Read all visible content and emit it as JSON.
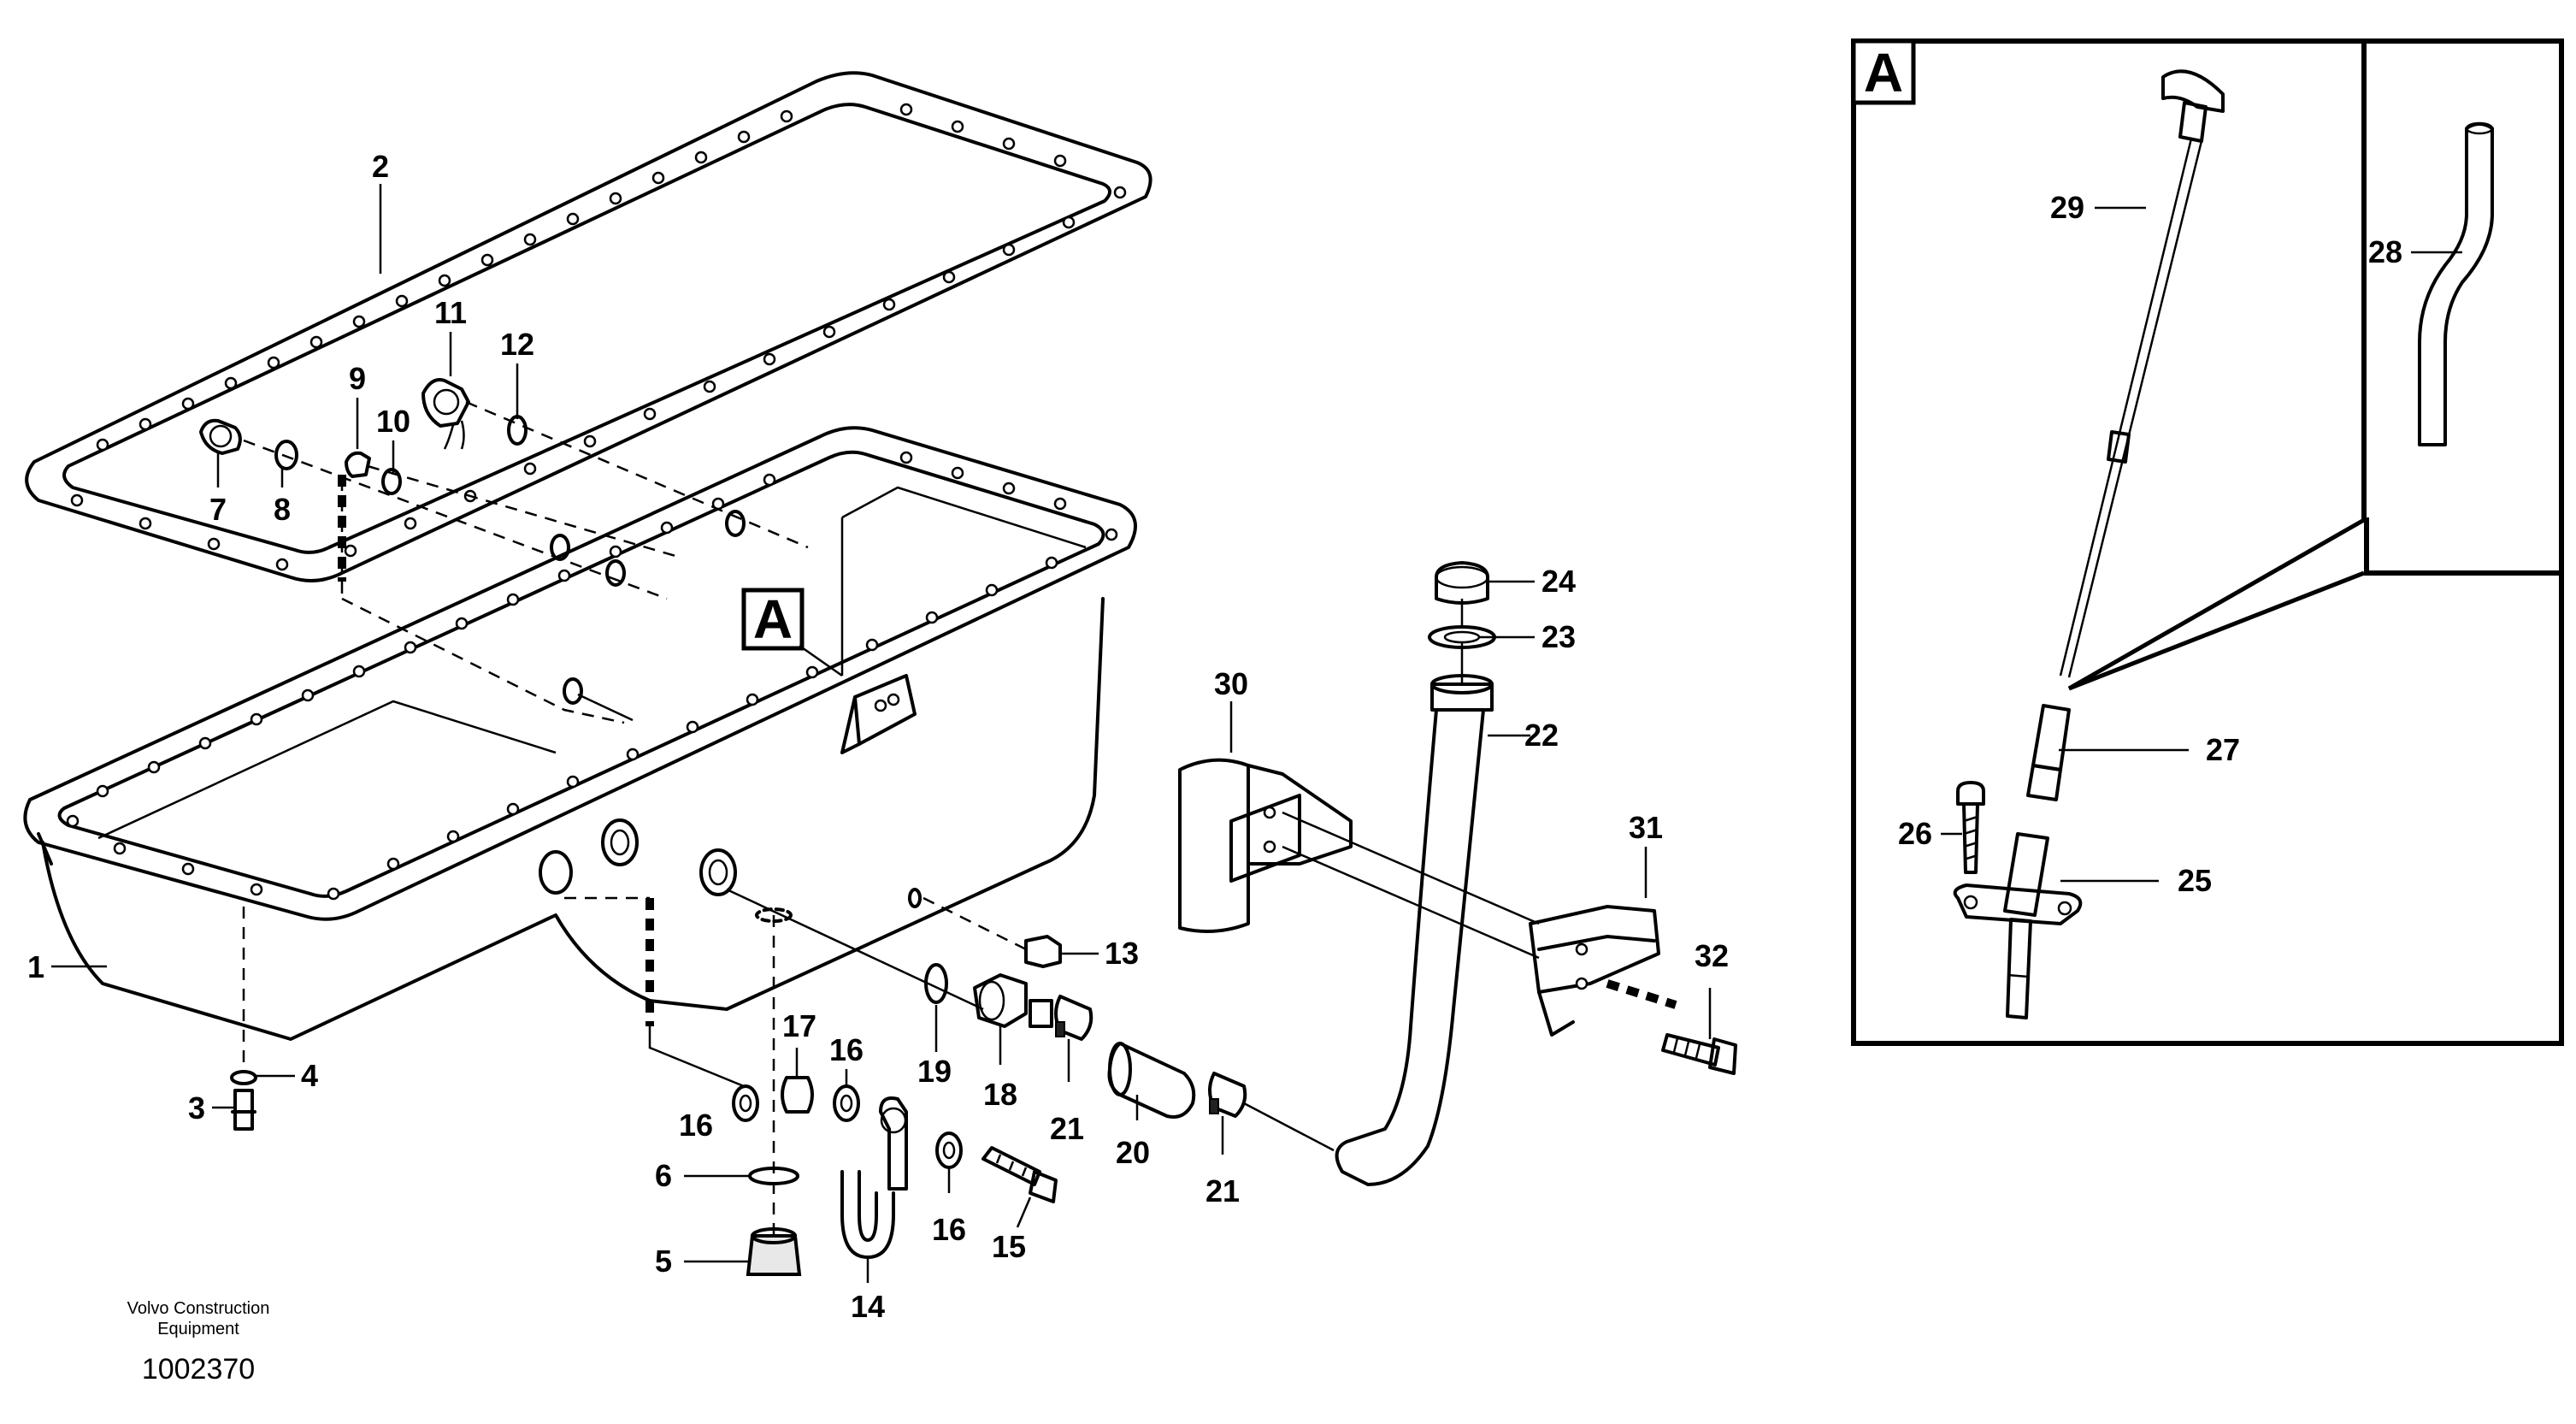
{
  "diagram": {
    "panel_label": "A",
    "callout_label": "A",
    "publisher_line1": "Volvo Construction",
    "publisher_line2": "Equipment",
    "drawing_number": "1002370",
    "part_numbers": {
      "p1": "1",
      "p2": "2",
      "p3": "3",
      "p4": "4",
      "p5": "5",
      "p6": "6",
      "p7": "7",
      "p8": "8",
      "p9": "9",
      "p10": "10",
      "p11": "11",
      "p12": "12",
      "p13": "13",
      "p14": "14",
      "p15": "15",
      "p16a": "16",
      "p16b": "16",
      "p16c": "16",
      "p17": "17",
      "p18": "18",
      "p19": "19",
      "p20": "20",
      "p21a": "21",
      "p21b": "21",
      "p22": "22",
      "p23": "23",
      "p24": "24",
      "p25": "25",
      "p26": "26",
      "p27": "27",
      "p28": "28",
      "p29": "29",
      "p30": "30",
      "p31": "31",
      "p32": "32"
    }
  }
}
